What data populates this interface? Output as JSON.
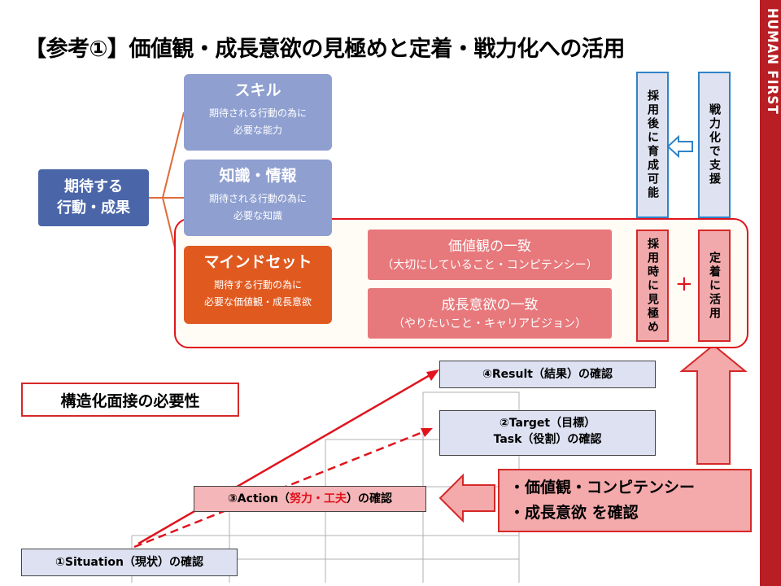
{
  "title": "【参考①】価値観・成長意欲の見極めと定着・戦力化への活用",
  "brand": "HUMAN FIRST",
  "root": "期待する\n行動・成果",
  "skills": [
    {
      "heading": "スキル",
      "sub1": "期待される行動の為に",
      "sub2": "必要な能力"
    },
    {
      "heading": "知識・情報",
      "sub1": "期待される行動の為に",
      "sub2": "必要な知識"
    },
    {
      "heading": "マインドセット",
      "sub1": "期待する行動の為に",
      "sub2": "必要な価値観・成長意欲"
    }
  ],
  "match": [
    {
      "main": "価値観の一致",
      "sub": "（大切にしていること・コンピテンシー）"
    },
    {
      "main": "成長意欲の一致",
      "sub": "（やりたいこと・キャリアビジョン）"
    }
  ],
  "vert": {
    "train": "採用後に育成可能",
    "support": "戦力化で支援",
    "see": "採用時に見極め",
    "retain": "定着に活用"
  },
  "plus": "+",
  "structured": "構造化面接の必要性",
  "star": {
    "situation": "①Situation（現状）の確認",
    "target1": "②Target（目標）",
    "target2": "Task（役割）の確認",
    "action_pre": "③Action（",
    "action_red": "努力・工夫",
    "action_post": "）の確認",
    "result": "④Result（結果）の確認"
  },
  "check_lines": [
    "・価値観・コンピテンシー",
    "・成長意欲  を確認"
  ],
  "colors": {
    "root": "#4a66a8",
    "skill": "#8e9fd0",
    "mindset": "#e05a20",
    "pink": "#e7787b",
    "red": "#e0141e",
    "brand": "#b81e23"
  }
}
